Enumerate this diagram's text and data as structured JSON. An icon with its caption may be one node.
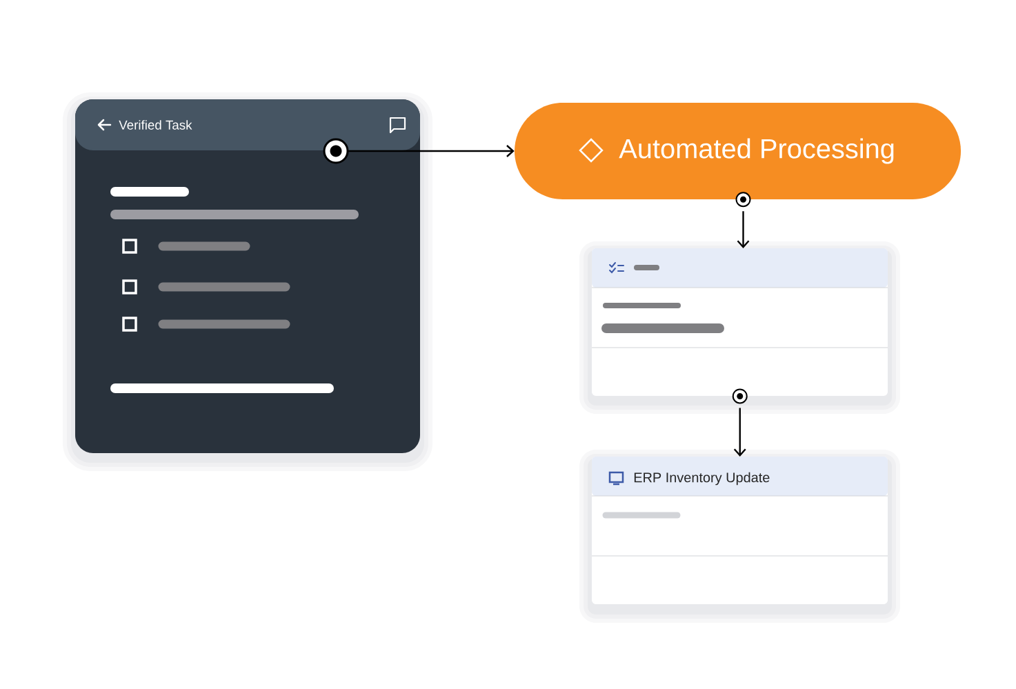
{
  "diagram": {
    "nodes": [
      {
        "text": [
          "Verified Task"
        ]
      },
      {
        "text": [
          "Automated Processing"
        ]
      },
      {
        "text": [],
        "shape": "box"
      },
      {
        "text": [
          "ERP Inventory Update"
        ]
      }
    ],
    "edges": [
      {
        "from": 0,
        "to": 1,
        "arrow": "to"
      },
      {
        "from": 1,
        "to": 2,
        "arrow": "to"
      },
      {
        "from": 2,
        "to": 3,
        "arrow": "to"
      }
    ]
  }
}
